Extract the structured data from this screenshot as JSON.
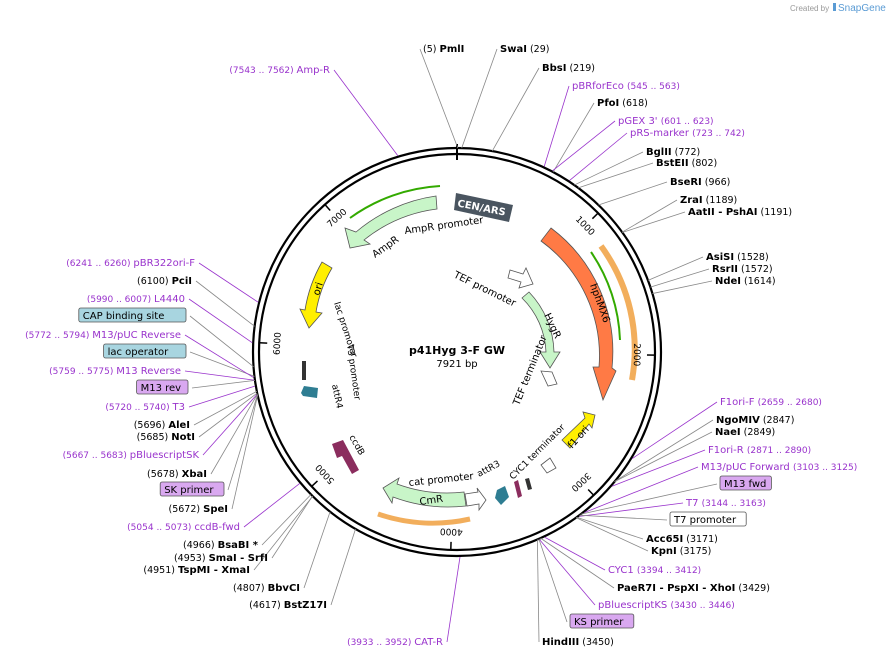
{
  "branding": {
    "created_by": "Created by",
    "app_name": "SnapGene"
  },
  "plasmid": {
    "name": "p41Hyg 3-F GW",
    "size": "7921 bp"
  },
  "ticks": [
    "1000",
    "2000",
    "3000",
    "4000",
    "5000",
    "6000",
    "7000"
  ],
  "features": {
    "cen_ars": "CEN/ARS",
    "ampr_promoter": "AmpR promoter",
    "ampr": "AmpR",
    "ori": "ori",
    "lac_promoter": "lac promoter",
    "t3_promoter": "T3 promoter",
    "attr4": "attR4",
    "tef_promoter": "TEF promoter",
    "hygr": "HygR",
    "tef_terminator": "TEF terminator",
    "hphmx6": "hphMX6",
    "f1_ori": "f1 ori",
    "cyc1_terminator": "CYC1 terminator",
    "attr3": "attR3",
    "cat_promoter": "cat promoter",
    "cmr": "CmR",
    "ccdb": "ccdB"
  },
  "sites": [
    {
      "name": "PmlI",
      "pos": "(5)"
    },
    {
      "name": "SwaI",
      "pos": "(29)"
    },
    {
      "name": "BbsI",
      "pos": "(219)"
    },
    {
      "name": "PfoI",
      "pos": "(618)"
    },
    {
      "name": "BglII",
      "pos": "(772)"
    },
    {
      "name": "BstEII",
      "pos": "(802)"
    },
    {
      "name": "BseRI",
      "pos": "(966)"
    },
    {
      "name": "ZraI",
      "pos": "(1189)"
    },
    {
      "name": "AatII",
      "name2": "- PshAI",
      "pos": "(1191)"
    },
    {
      "name": "AsiSI",
      "pos": "(1528)"
    },
    {
      "name": "RsrII",
      "pos": "(1572)"
    },
    {
      "name": "NdeI",
      "pos": "(1614)"
    },
    {
      "name": "NgoMIV",
      "pos": "(2847)"
    },
    {
      "name": "NaeI",
      "pos": "(2849)"
    },
    {
      "name": "Acc65I",
      "pos": "(3171)"
    },
    {
      "name": "KpnI",
      "pos": "(3175)"
    },
    {
      "name": "PaeR7I",
      "name2": "- PspXI  - XhoI",
      "pos": "(3429)"
    },
    {
      "name": "HindIII",
      "pos": "(3450)"
    },
    {
      "name": "BstZ17I",
      "pos": "(4617)"
    },
    {
      "name": "BbvCI",
      "pos": "(4807)"
    },
    {
      "name": "TspMI",
      "name2": "- XmaI",
      "pos": "(4951)"
    },
    {
      "name": "SmaI",
      "name2": "- SrfI",
      "pos": "(4953)"
    },
    {
      "name": "BsaBI *",
      "pos": "(4966)"
    },
    {
      "name": "SpeI",
      "pos": "(5672)"
    },
    {
      "name": "XbaI",
      "pos": "(5678)"
    },
    {
      "name": "NotI",
      "pos": "(5685)"
    },
    {
      "name": "AleI",
      "pos": "(5696)"
    },
    {
      "name": "PciI",
      "pos": "(6100)"
    }
  ],
  "primers": [
    {
      "name": "Amp-R",
      "range": "(7543 .. 7562)"
    },
    {
      "name": "pBRforEco",
      "range": "(545 .. 563)"
    },
    {
      "name": "pGEX 3'",
      "range": "(601 .. 623)"
    },
    {
      "name": "pRS-marker",
      "range": "(723 .. 742)"
    },
    {
      "name": "F1ori-F",
      "range": "(2659 .. 2680)"
    },
    {
      "name": "F1ori-R",
      "range": "(2871 .. 2890)"
    },
    {
      "name": "M13/pUC Forward",
      "range": "(3103 .. 3125)"
    },
    {
      "name": "T7",
      "range": "(3144 .. 3163)"
    },
    {
      "name": "CYC1",
      "range": "(3394 .. 3412)"
    },
    {
      "name": "pBluescriptKS",
      "range": "(3430 .. 3446)"
    },
    {
      "name": "CAT-R",
      "range": "(3933 .. 3952)"
    },
    {
      "name": "ccdB-fwd",
      "range": "(5054 .. 5073)"
    },
    {
      "name": "pBluescriptSK",
      "range": "(5667 .. 5683)"
    },
    {
      "name": "T3",
      "range": "(5720 .. 5740)"
    },
    {
      "name": "M13 Reverse",
      "range": "(5759 .. 5775)"
    },
    {
      "name": "M13/pUC Reverse",
      "range": "(5772 .. 5794)"
    },
    {
      "name": "L4440",
      "range": "(5990 .. 6007)"
    },
    {
      "name": "pBR322ori-F",
      "range": "(6241 .. 6260)"
    }
  ],
  "boxed": {
    "m13_fwd": "M13 fwd",
    "t7_promoter": "T7 promoter",
    "ks_primer": "KS primer",
    "cap_site": "CAP binding site",
    "lac_operator": "lac operator",
    "m13_rev": "M13 rev",
    "sk_primer": "SK primer"
  },
  "colors": {
    "backbone": "#000000",
    "enzyme_line": "#888888",
    "primer": "#9933cc",
    "primer_line": "#9933cc",
    "cen_ars": "#4a5560",
    "ampr": "#c8f5c8",
    "ori": "#ffef00",
    "hphmx6": "#ff7a45",
    "hygr": "#c8f5c8",
    "f1_ori": "#ffef00",
    "cmr": "#c8f5c8",
    "ccdb": "#8b2d5e",
    "attr": "#2e7d92",
    "primer_arrow_green": "#33aa00",
    "primer_arrow_orange": "#f0a040",
    "box_purple": "#d9a8f0",
    "box_teal": "#a8d5e0"
  }
}
